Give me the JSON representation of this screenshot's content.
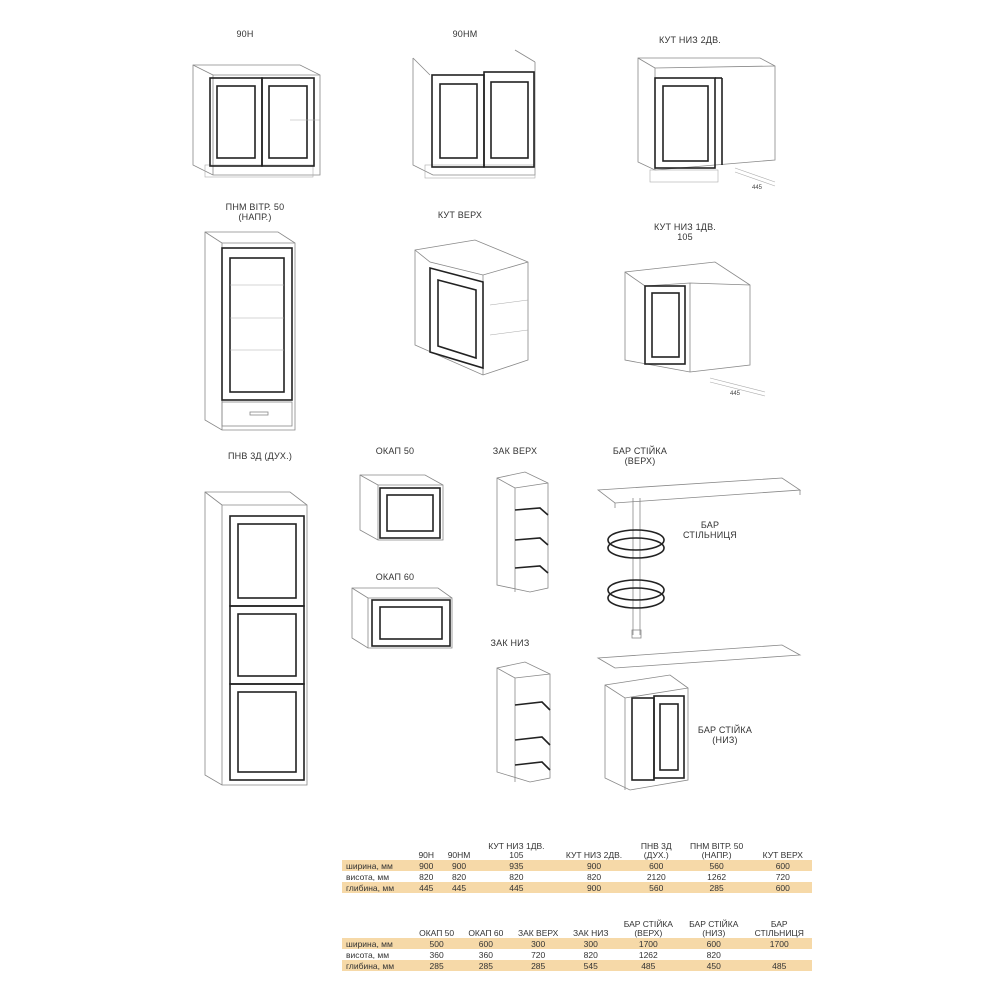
{
  "labels": {
    "l90h": "90Н",
    "l90hm": "90НМ",
    "kut_niz_2dv": "КУТ НИЗ 2ДВ.",
    "pnm_vitr": "ПНМ ВІТР. 50\n(НАПР.)",
    "kut_verh": "КУТ ВЕРХ",
    "kut_niz_1dv": "КУТ НИЗ 1ДВ.\n105",
    "pnv_3d": "ПНВ 3Д (ДУХ.)",
    "okap50": "ОКАП 50",
    "okap60": "ОКАП 60",
    "zak_verh": "ЗАК ВЕРХ",
    "zak_niz": "ЗАК НИЗ",
    "bar_stiyka_verh": "БАР СТІЙКА\n(ВЕРХ)",
    "bar_stilnytsia": "БАР\nСТІЛЬНИЦЯ",
    "bar_stiyka_niz": "БАР СТІЙКА\n(НИЗ)",
    "dim_445_a": "445",
    "dim_445_b": "445"
  },
  "table1": {
    "headers": [
      "90Н",
      "90НМ",
      "КУТ НИЗ 1ДВ.\n105",
      "КУТ НИЗ 2ДВ.",
      "ПНВ 3Д\n(ДУХ.)",
      "ПНМ ВІТР. 50\n(НАПР.)",
      "КУТ ВЕРХ"
    ],
    "rows": [
      {
        "label": "ширина, мм",
        "values": [
          "900",
          "900",
          "935",
          "900",
          "600",
          "560",
          "600"
        ]
      },
      {
        "label": "висота, мм",
        "values": [
          "820",
          "820",
          "820",
          "820",
          "2120",
          "1262",
          "720"
        ]
      },
      {
        "label": "глибина, мм",
        "values": [
          "445",
          "445",
          "445",
          "900",
          "560",
          "285",
          "600"
        ]
      }
    ]
  },
  "table2": {
    "headers": [
      "ОКАП 50",
      "ОКАП 60",
      "ЗАК ВЕРХ",
      "ЗАК НИЗ",
      "БАР СТІЙКА\n(ВЕРХ)",
      "БАР СТІЙКА\n(НИЗ)",
      "БАР\nСТІЛЬНИЦЯ"
    ],
    "rows": [
      {
        "label": "ширина, мм",
        "values": [
          "500",
          "600",
          "300",
          "300",
          "1700",
          "600",
          "1700"
        ]
      },
      {
        "label": "висота, мм",
        "values": [
          "360",
          "360",
          "720",
          "820",
          "1262",
          "820",
          ""
        ]
      },
      {
        "label": "глибина, мм",
        "values": [
          "285",
          "285",
          "285",
          "545",
          "485",
          "450",
          "485"
        ]
      }
    ]
  },
  "colors": {
    "stripe": "#f6d9a8",
    "line": "#888888",
    "door": "#222222"
  }
}
